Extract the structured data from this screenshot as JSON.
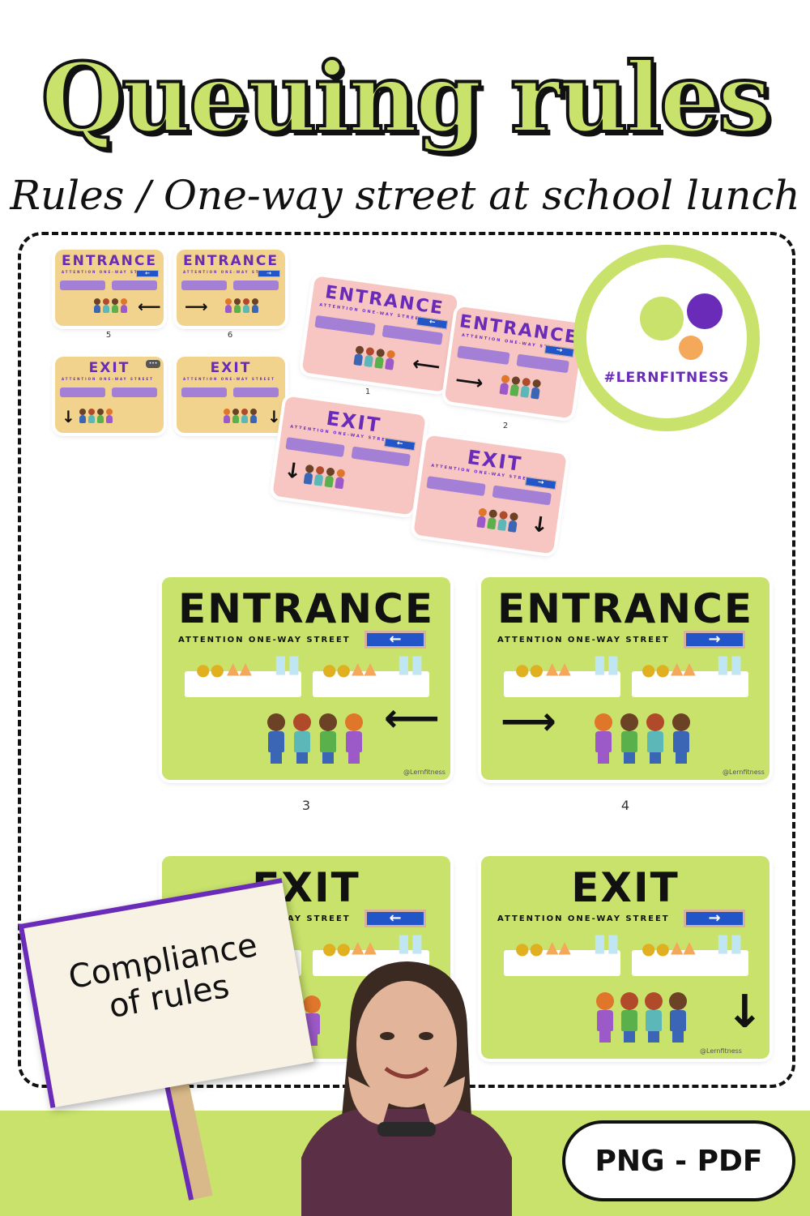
{
  "header": {
    "title": "Queuing rules",
    "subtitle": "Rules / One-way street at school lunch"
  },
  "colors": {
    "lime": "#c8e26b",
    "purple": "#6a2cb8",
    "orange": "#f4a95a",
    "pink": "#f7c6c2",
    "tan": "#f2d38e",
    "blue": "#2255c8"
  },
  "sign_text": {
    "entrance": "ENTRANCE",
    "exit": "EXIT",
    "attention": "ATTENTION ONE-WAY STREET",
    "credit": "@Lernfitness"
  },
  "card_numbers": {
    "small_5": "5",
    "small_6": "6",
    "pink_1": "1",
    "pink_2": "2",
    "big_3": "3",
    "big_4": "4"
  },
  "logo": {
    "text": "#LERNFITNESS"
  },
  "placard": {
    "line1": "Compliance",
    "line2": "of rules"
  },
  "badge": {
    "label": "PNG - PDF"
  },
  "icons": {
    "arrow_left": "←",
    "arrow_right": "→",
    "arrow_down": "↓",
    "turn_left": "⟵",
    "turn_right": "⟶",
    "menu_dots": "•••"
  }
}
